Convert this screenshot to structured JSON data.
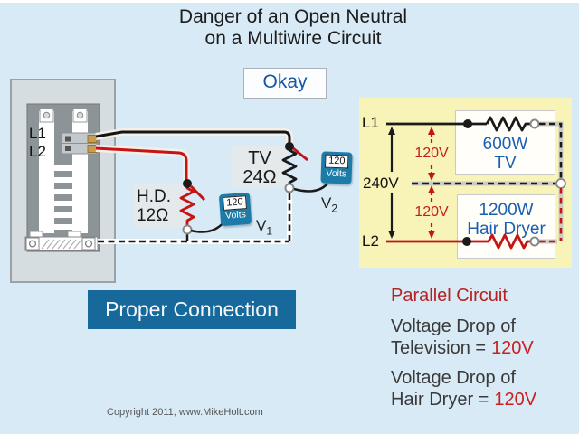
{
  "title": {
    "line1": "Danger of an Open Neutral",
    "line2": "on a Multiwire Circuit"
  },
  "okay_label": "Okay",
  "panel": {
    "l1": "L1",
    "l2": "L2"
  },
  "loads": {
    "hd_name": "H.D.",
    "hd_ohms": "12Ω",
    "tv_name": "TV",
    "tv_ohms": "24Ω"
  },
  "meters": {
    "v1": {
      "value": "120",
      "unit": "Volts",
      "label_base": "V",
      "label_sub": "1"
    },
    "v2": {
      "value": "120",
      "unit": "Volts",
      "label_base": "V",
      "label_sub": "2"
    }
  },
  "parallel_panel": {
    "l1": "L1",
    "l2": "L2",
    "total_voltage": "240V",
    "upper_voltage": "120V",
    "lower_voltage": "120V",
    "tv_watts": "600W",
    "tv_name": "TV",
    "hd_watts": "1200W",
    "hd_name": "Hair Dryer"
  },
  "banner_label": "Proper Connection",
  "summary": {
    "heading": "Parallel Circuit",
    "row1_line1": "Voltage Drop of",
    "row1_line2": "Television =",
    "row1_value": "120V",
    "row2_line1": "Voltage Drop of",
    "row2_line2": "Hair Dryer =",
    "row2_value": "120V"
  },
  "footer": "Copyright 2011, www.MikeHolt.com",
  "colors": {
    "background": "#d8eaf6",
    "banner_blue": "#17699c",
    "wire_red": "#c41414",
    "text_red": "#c22020",
    "appliance_blue": "#1b5fb4",
    "meter_teal": "#1d7ca7",
    "yellow_panel": "#f8f4b8"
  }
}
